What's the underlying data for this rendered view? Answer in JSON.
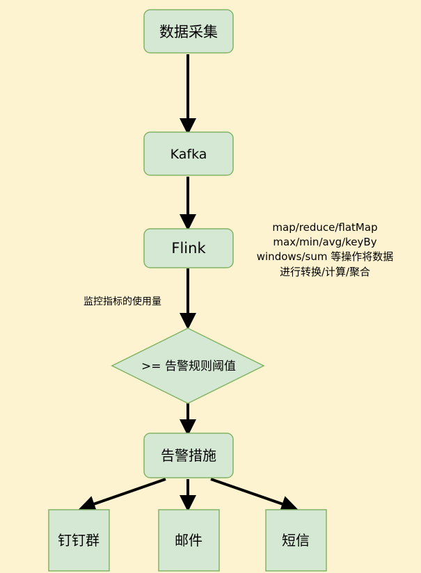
{
  "nodes": {
    "collect": "数据采集",
    "kafka": "Kafka",
    "flink": "Flink",
    "threshold": ">= 告警规则阈值",
    "measures": "告警措施",
    "dingtalk": "钉钉群",
    "email": "邮件",
    "sms": "短信"
  },
  "annotations": {
    "flink_ops": [
      "map/reduce/flatMap",
      "max/min/avg/keyBy",
      "windows/sum 等操作将数据",
      "进行转换/计算/聚合"
    ],
    "usage": "监控指标的使用量"
  },
  "colors": {
    "background": "#fdf3d1",
    "node_fill": "#d5e8d4",
    "node_stroke": "#82b366",
    "arrow": "#000000"
  }
}
